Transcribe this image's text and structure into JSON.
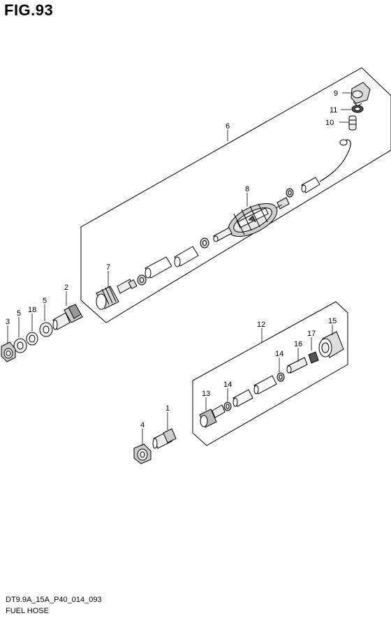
{
  "figure": {
    "title": "FIG.93"
  },
  "footer": {
    "code": "DT9.9A_15A_P40_014_093",
    "caption": "FUEL HOSE"
  },
  "callouts": {
    "c1": "1",
    "c2": "2",
    "c3": "3",
    "c4": "4",
    "c5a": "5",
    "c5b": "5",
    "c6": "6",
    "c7": "7",
    "c8": "8",
    "c9": "9",
    "c10": "10",
    "c11": "11",
    "c12": "12",
    "c13": "13",
    "c14a": "14",
    "c14b": "14",
    "c15": "15",
    "c16": "16",
    "c17": "17",
    "c18": "18"
  }
}
